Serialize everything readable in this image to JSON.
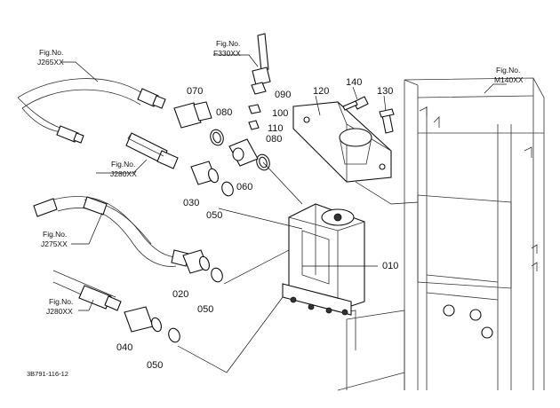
{
  "diagram_code": "3B791-116-12",
  "fig_refs": [
    {
      "id": "j265",
      "prefix": "Fig.No.",
      "code": "J265XX"
    },
    {
      "id": "f330",
      "prefix": "Fig.No.",
      "code": "F330XX"
    },
    {
      "id": "m140",
      "prefix": "Fig.No.",
      "code": "M140XX"
    },
    {
      "id": "j280a",
      "prefix": "Fig.No.",
      "code": "J280XX"
    },
    {
      "id": "j275",
      "prefix": "Fig.No.",
      "code": "J275XX"
    },
    {
      "id": "j280b",
      "prefix": "Fig.No.",
      "code": "J280XX"
    }
  ],
  "parts": {
    "p010": "010",
    "p020": "020",
    "p030": "030",
    "p040": "040",
    "p050a": "050",
    "p050b": "050",
    "p050c": "050",
    "p060": "060",
    "p070": "070",
    "p080a": "080",
    "p080b": "080",
    "p090": "090",
    "p100": "100",
    "p110": "110",
    "p120": "120",
    "p130": "130",
    "p140": "140"
  }
}
